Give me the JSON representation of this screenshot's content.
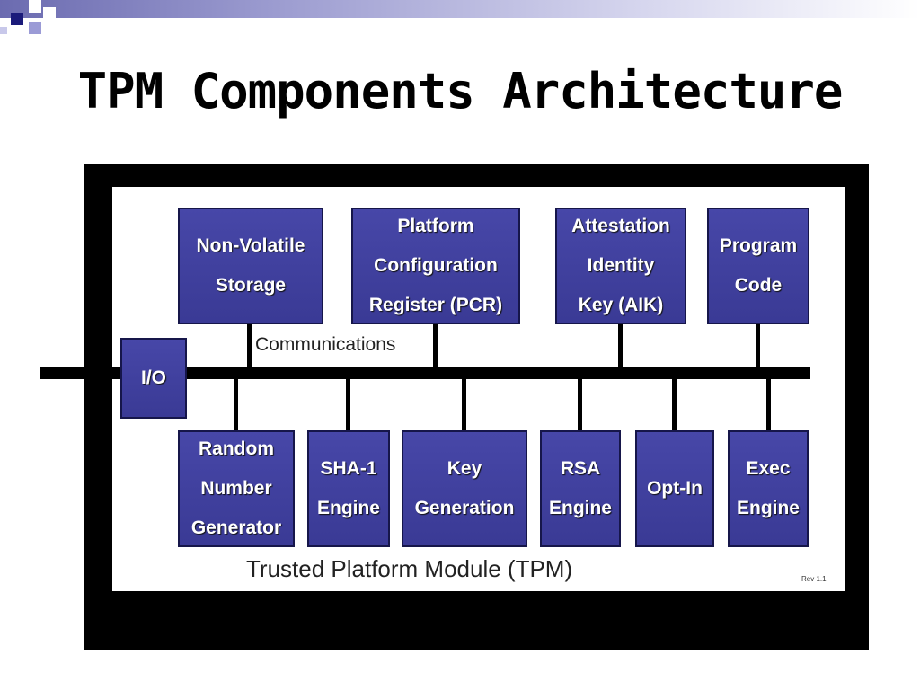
{
  "slide": {
    "title": "TPM Components Architecture"
  },
  "diagram": {
    "top_blocks": {
      "nv_storage": "Non-Volatile\nStorage",
      "pcr": "Platform\nConfiguration\nRegister (PCR)",
      "aik": "Attestation\nIdentity\nKey (AIK)",
      "program_code": "Program\nCode"
    },
    "io_block": "I/O",
    "bottom_blocks": {
      "rng": "Random\nNumber\nGenerator",
      "sha1": "SHA-1\nEngine",
      "keygen": "Key\nGeneration",
      "rsa": "RSA\nEngine",
      "optin": "Opt-In",
      "exec": "Exec\nEngine"
    },
    "bus_label": "Communications",
    "module_label": "Trusted Platform Module (TPM)",
    "revision": "Rev 1.1"
  },
  "colors": {
    "block_fill": "#4040a0",
    "block_text": "#ffffff",
    "frame": "#000000"
  }
}
